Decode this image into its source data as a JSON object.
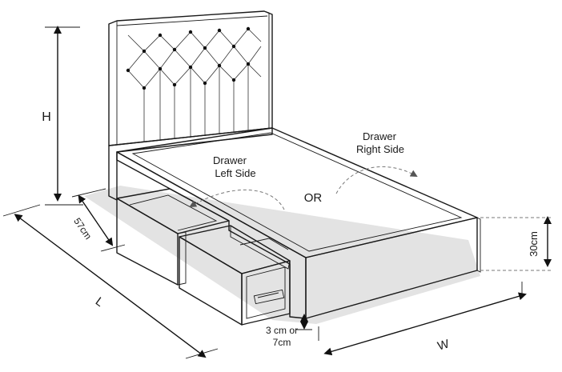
{
  "labels": {
    "height": "H",
    "length": "L",
    "width": "W",
    "depth": "57cm",
    "base_height": "30cm",
    "gap_line1": "3 cm or",
    "gap_line2": "7cm",
    "drawer_left_line1": "Drawer",
    "drawer_left_line2": "Left Side",
    "drawer_right_line1": "Drawer",
    "drawer_right_line2": "Right Side",
    "or": "OR"
  },
  "colors": {
    "outline": "#1a1a1a",
    "fabric": "#f4f4f4",
    "shadow": "#d9d9d9",
    "dark_face": "#e6e6e6"
  }
}
